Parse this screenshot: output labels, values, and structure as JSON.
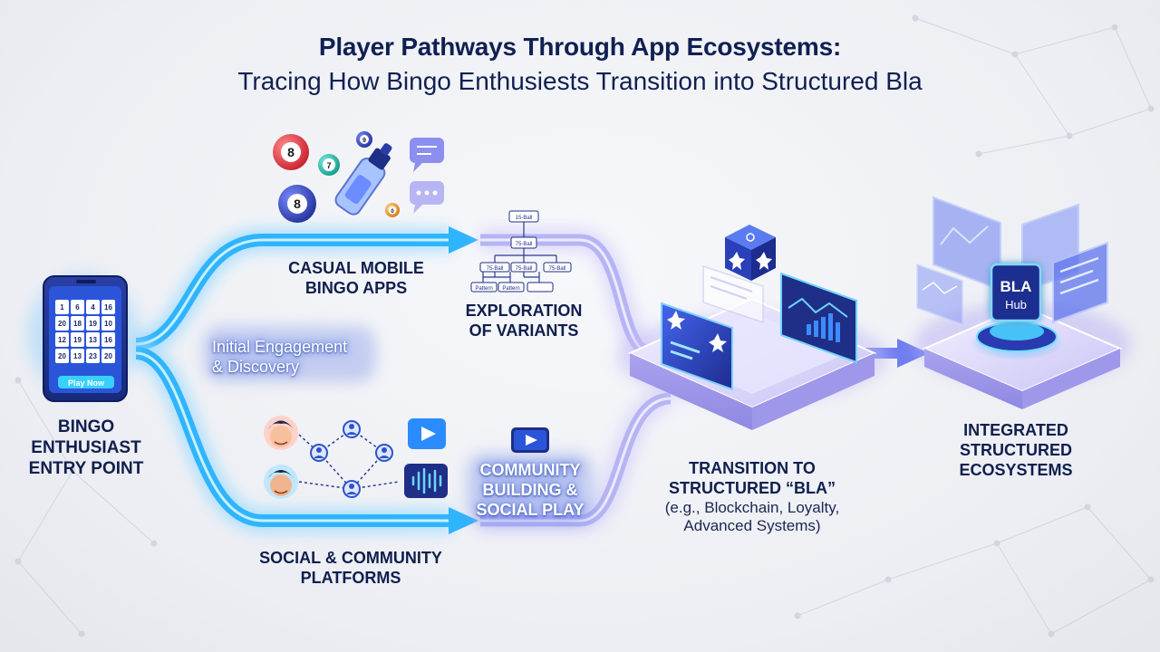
{
  "header": {
    "title_line1": "Player Pathways Through App Ecosystems:",
    "title_line2": "Tracing How Bingo Enthusiests Transition into Structured Bla"
  },
  "entry": {
    "label_lines": [
      "BINGO",
      "ENTHUSIAST",
      "ENTRY POINT"
    ],
    "card_numbers": [
      "1",
      "6",
      "4",
      "16",
      "20",
      "18",
      "19",
      "10",
      "12",
      "19",
      "13",
      "16",
      "20",
      "13",
      "23",
      "20"
    ],
    "play_button": "Play Now"
  },
  "initial": {
    "label_lines": [
      "Initial Engagement",
      "& Discovery"
    ]
  },
  "casual": {
    "label_lines": [
      "CASUAL MOBILE",
      "BINGO APPS"
    ],
    "balls": [
      "8",
      "7",
      "8",
      "9",
      "0"
    ]
  },
  "variants": {
    "label_lines": [
      "EXPLORATION",
      "OF VARIANTS"
    ],
    "tree_nodes": [
      "15-Ball",
      "75-Ball",
      "75-Ball",
      "75-Ball",
      "75-Ball",
      "Pattern",
      "Pattern"
    ]
  },
  "social": {
    "label_lines": [
      "SOCIAL & COMMUNITY",
      "PLATFORMS"
    ]
  },
  "community": {
    "label_lines": [
      "COMMUNITY",
      "BUILDING &",
      "SOCIAL PLAY"
    ]
  },
  "transition": {
    "label_lines": [
      "TRANSITION TO",
      "STRUCTURED “BLA”"
    ],
    "sub_lines": [
      "(e.g., Blockchain, Loyalty,",
      "Advanced Systems)"
    ]
  },
  "integrated": {
    "label_lines": [
      "INTEGRATED",
      "STRUCTURED",
      "ECOSYSTEMS"
    ],
    "hub_lines": [
      "BLA",
      "Hub"
    ]
  },
  "colors": {
    "flow_blue": "#2fb4ff",
    "flow_purple": "#b7b4f4",
    "navy": "#15297a",
    "text": "#0f1f4d"
  }
}
